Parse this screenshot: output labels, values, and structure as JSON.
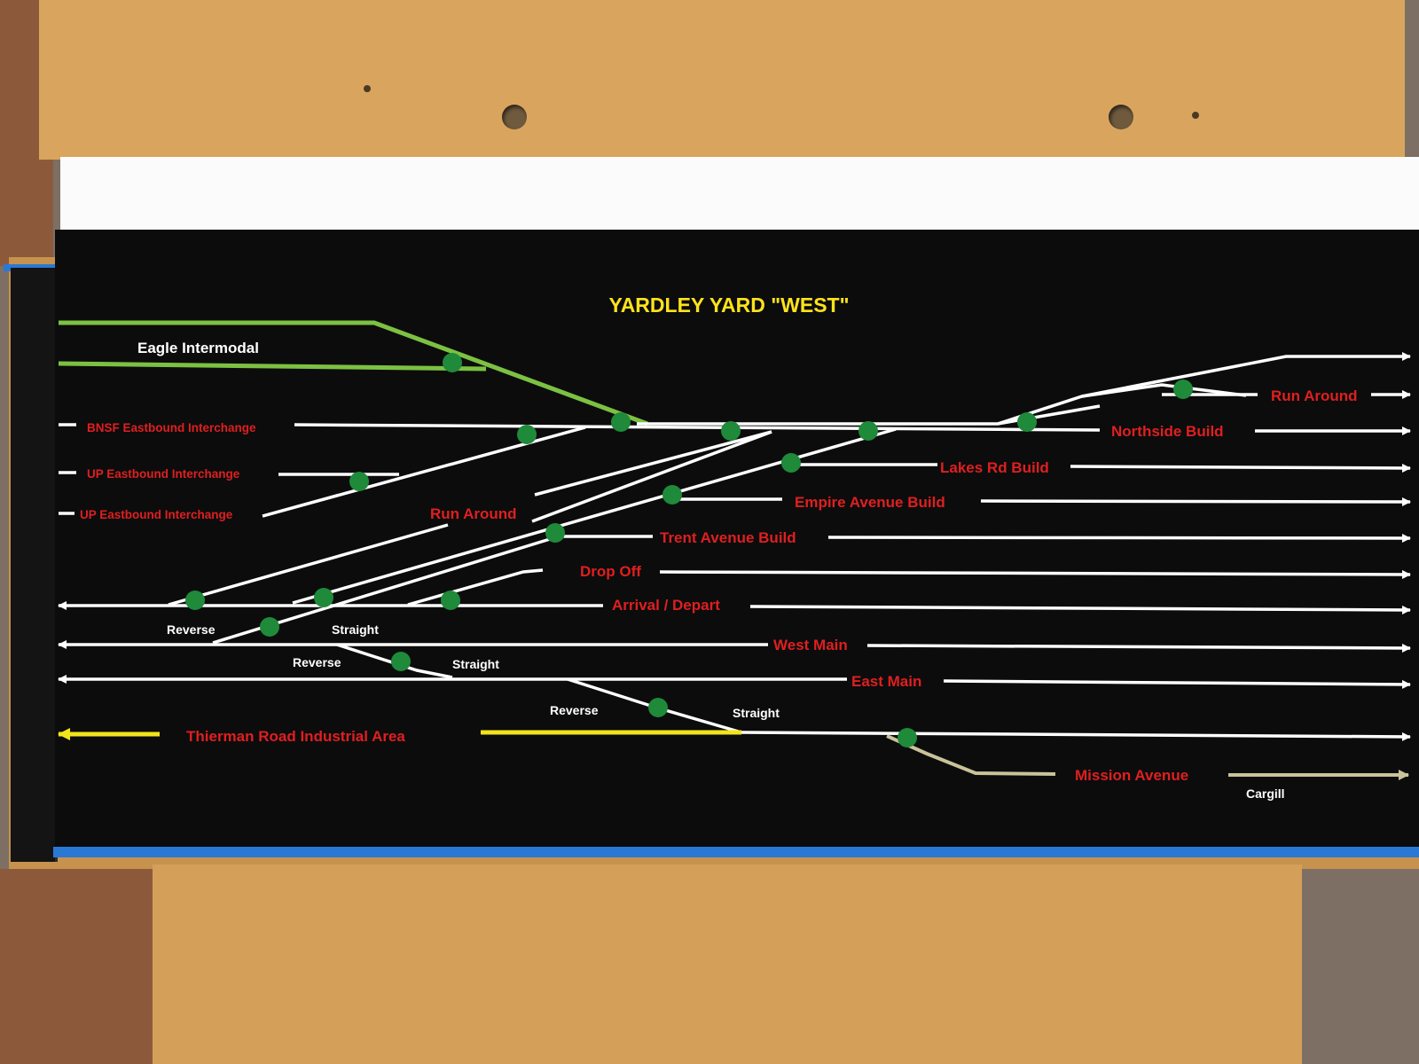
{
  "title": "YARDLEY  YARD \"WEST\"",
  "colors": {
    "track": "#ffffff",
    "label": "#e01f1f",
    "title": "#ffe31a",
    "switch": "#1f8a3a",
    "intermodal": "#7cc142",
    "industrial": "#f2e41c",
    "cargill": "#c9c39a",
    "white_label": "#ffffff"
  },
  "labels": {
    "eagle": "Eagle Intermodal",
    "bnsf": "BNSF Eastbound Interchange",
    "up1": "UP Eastbound Interchange",
    "up2": "UP Eastbound Interchange",
    "run_around_left": "Run Around",
    "run_around_right": "Run Around",
    "northside": "Northside Build",
    "lakes": "Lakes Rd Build",
    "empire": "Empire Avenue Build",
    "trent": "Trent Avenue Build",
    "drop_off": "Drop Off",
    "arrival": "Arrival / Depart",
    "west_main": "West Main",
    "east_main": "East Main",
    "thierman": "Thierman Road Industrial Area",
    "mission": "Mission Avenue",
    "cargill": "Cargill",
    "reverse_1": "Reverse",
    "straight_1": "Straight",
    "reverse_2": "Reverse",
    "straight_2": "Straight",
    "reverse_3": "Reverse",
    "straight_3": "Straight"
  }
}
